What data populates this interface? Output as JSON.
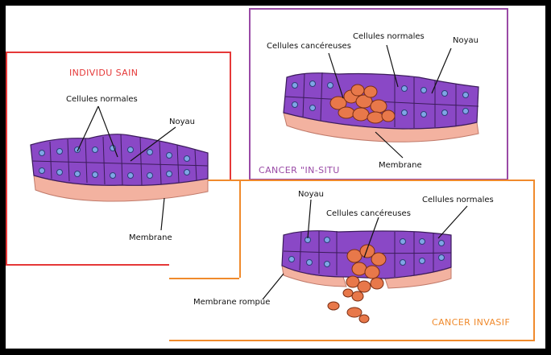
{
  "panels": {
    "sain": {
      "title": "INDIVIDU SAIN",
      "labels": {
        "cells": "Cellules normales",
        "nucleus": "Noyau",
        "membrane": "Membrane"
      }
    },
    "insitu": {
      "title": "CANCER \"IN-SITU",
      "labels": {
        "cancer_cells": "Cellules cancéreuses",
        "cells": "Cellules normales",
        "nucleus": "Noyau",
        "membrane": "Membrane"
      }
    },
    "invasif": {
      "title": "CANCER INVASIF",
      "labels": {
        "nucleus": "Noyau",
        "cancer_cells": "Cellules cancéreuses",
        "cells": "Cellules normales",
        "membrane": "Membrane rompue"
      }
    }
  },
  "colors": {
    "sain_border": "#e53838",
    "insitu_border": "#9a4aa6",
    "invasif_border": "#f08a2c",
    "cell_fill": "#8a48c6",
    "nucleus_fill": "#7fa6e6",
    "membrane_fill": "#f3b2a0",
    "cancer_fill": "#e8784a"
  }
}
